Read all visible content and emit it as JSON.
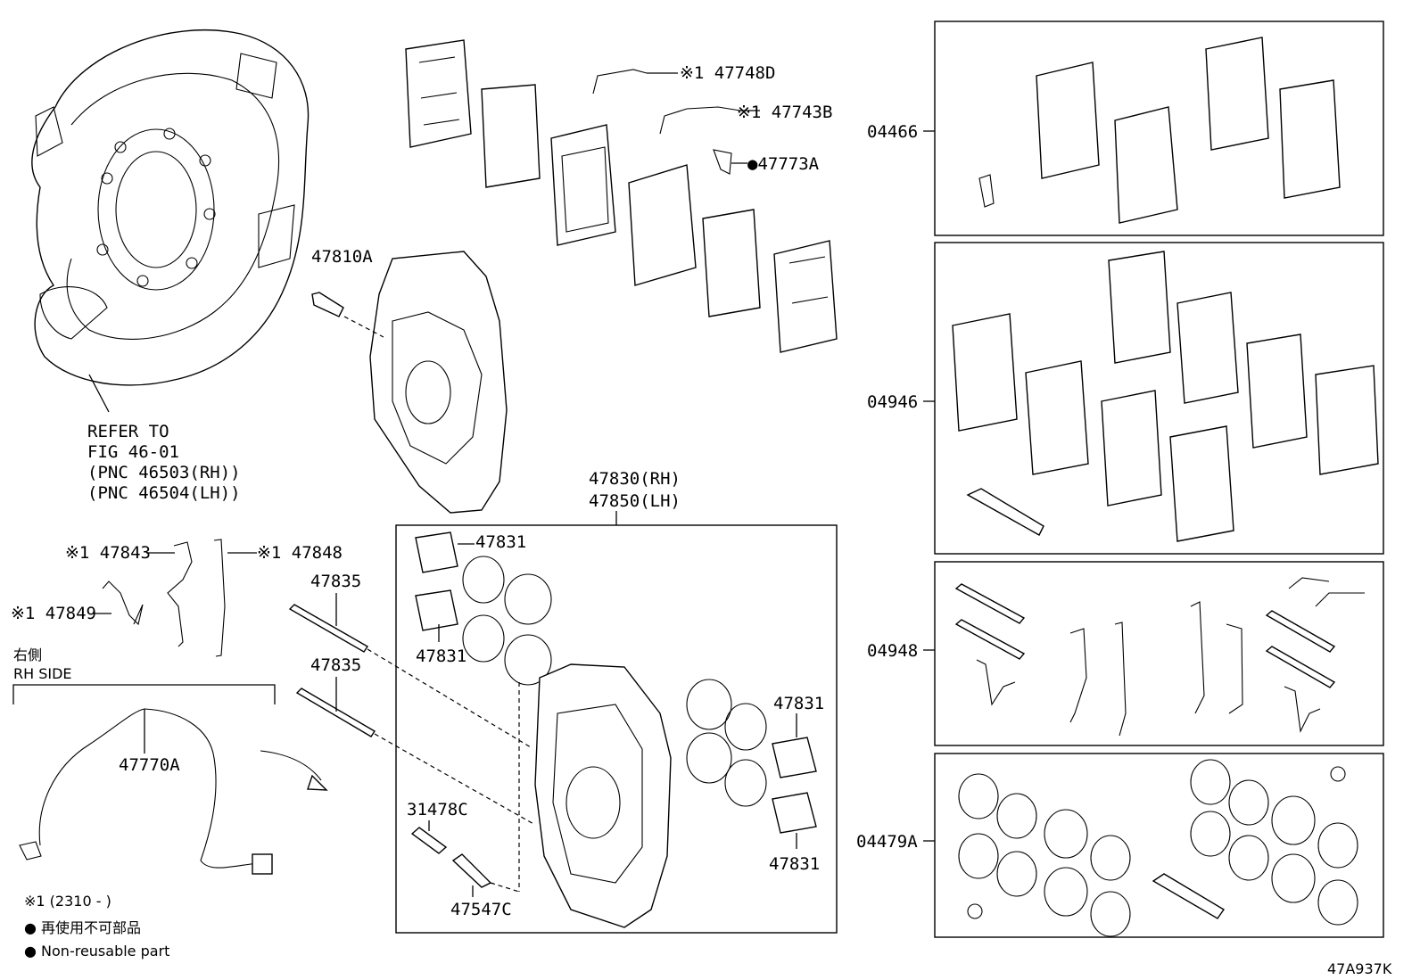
{
  "labels": {
    "p47748d": "※1 47748D",
    "p47743b": "※1 47743B",
    "p47773a": "●47773A",
    "p47810a": "47810A",
    "refer": [
      "REFER TO",
      "FIG 46-01",
      "(PNC 46503(RH))",
      "(PNC 46504(LH))"
    ],
    "assy_rh": "47830(RH)",
    "assy_lh": "47850(LH)",
    "p47843": "※1 47843",
    "p47848": "※1 47848",
    "p47849": "※1 47849",
    "p47835a": "47835",
    "p47835b": "47835",
    "side_jp": "右側",
    "side_en": "RH SIDE",
    "p47770a": "47770A",
    "p47831a": "47831",
    "p47831b": "47831",
    "p47831c": "47831",
    "p47831d": "47831",
    "p31478c": "31478C",
    "p47547c": "47547C",
    "k04466": "04466",
    "k04946": "04946",
    "k04948": "04948",
    "k04479a": "04479A",
    "note_range": "※1 (2310 -     )",
    "note_jp": "● 再使用不可部品",
    "note_en": "● Non-reusable part",
    "fig_id": "47A937K"
  }
}
